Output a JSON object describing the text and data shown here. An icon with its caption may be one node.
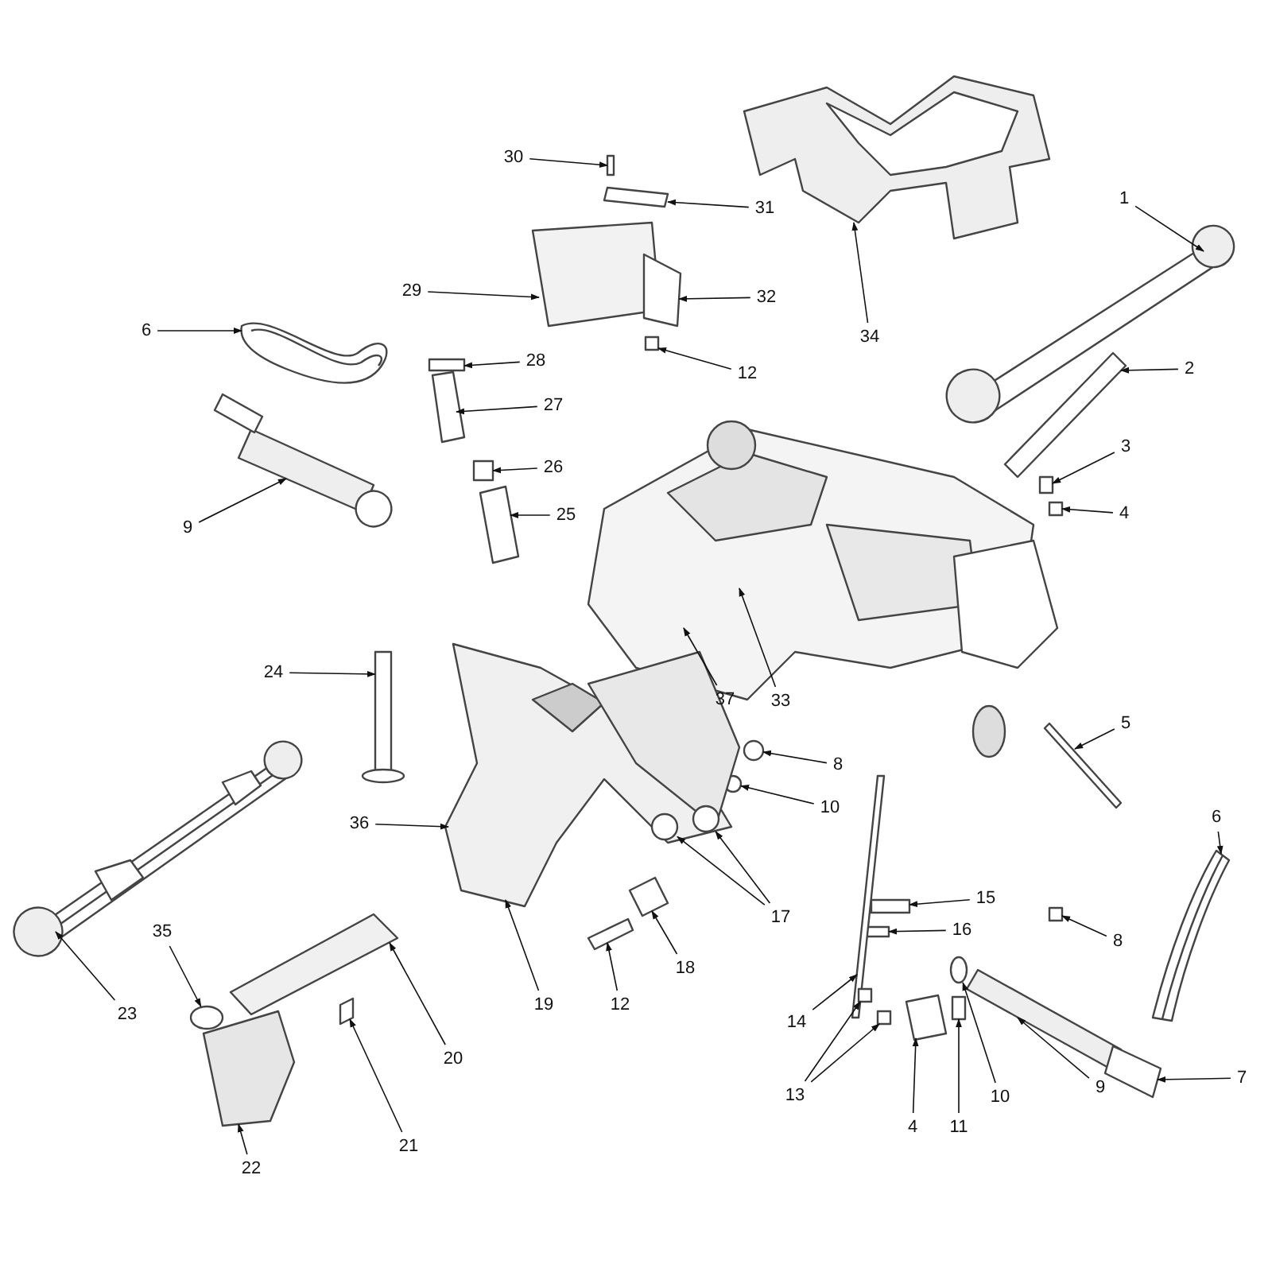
{
  "diagram": {
    "nodes": [
      {
        "text": [
          "30"
        ]
      },
      {
        "text": [
          "31"
        ]
      },
      {
        "text": [
          "1"
        ]
      },
      {
        "text": [
          "34"
        ]
      },
      {
        "text": [
          "6"
        ]
      },
      {
        "text": [
          "28"
        ]
      },
      {
        "text": [
          "29"
        ]
      },
      {
        "text": [
          "32"
        ]
      },
      {
        "text": [
          "12"
        ]
      },
      {
        "text": [
          "2"
        ]
      },
      {
        "text": [
          "27"
        ]
      },
      {
        "text": [
          "26"
        ]
      },
      {
        "text": [
          "3"
        ]
      },
      {
        "text": [
          "4"
        ]
      },
      {
        "text": [
          "9"
        ]
      },
      {
        "text": [
          "25"
        ]
      },
      {
        "text": [
          "24"
        ]
      },
      {
        "text": [
          "5"
        ]
      },
      {
        "text": [
          "37"
        ]
      },
      {
        "text": [
          "33"
        ]
      },
      {
        "text": [
          "8"
        ]
      },
      {
        "text": [
          "36"
        ]
      },
      {
        "text": [
          "10"
        ]
      },
      {
        "text": [
          "6"
        ]
      },
      {
        "text": [
          "15"
        ]
      },
      {
        "text": [
          "16"
        ]
      },
      {
        "text": [
          "17"
        ]
      },
      {
        "text": [
          "8"
        ]
      },
      {
        "text": [
          "35"
        ]
      },
      {
        "text": [
          "18"
        ]
      },
      {
        "text": [
          "12"
        ]
      },
      {
        "text": [
          "19"
        ]
      },
      {
        "text": [
          "20"
        ]
      },
      {
        "text": [
          "14"
        ]
      },
      {
        "text": [
          "13"
        ]
      },
      {
        "text": [
          "23"
        ]
      },
      {
        "text": [
          "9"
        ]
      },
      {
        "text": [
          "7"
        ]
      },
      {
        "text": [
          "21"
        ]
      },
      {
        "text": [
          "4"
        ]
      },
      {
        "text": [
          "11"
        ]
      },
      {
        "text": [
          "10"
        ]
      },
      {
        "text": [
          "22"
        ]
      },
      {
        "text": [],
        "shape": "circle"
      },
      {
        "text": [],
        "shape": "bar"
      },
      {
        "text": [],
        "shape": "circle"
      },
      {
        "text": [],
        "shape": "circle"
      },
      {
        "text": [],
        "shape": "bar"
      },
      {
        "text": [],
        "shape": "circle"
      },
      {
        "text": [],
        "shape": "box"
      },
      {
        "text": [],
        "shape": "box"
      },
      {
        "text": [],
        "shape": "box"
      },
      {
        "text": [],
        "shape": "picture"
      },
      {
        "text": [],
        "shape": "picture"
      },
      {
        "text": [],
        "shape": "picture"
      },
      {
        "text": [],
        "shape": "box"
      },
      {
        "text": [],
        "shape": "box"
      },
      {
        "text": [],
        "shape": "box"
      },
      {
        "text": [],
        "shape": "box"
      },
      {
        "text": [],
        "shape": "box"
      },
      {
        "text": [],
        "shape": "box"
      },
      {
        "text": [],
        "shape": "box"
      },
      {
        "text": [],
        "shape": "box"
      },
      {
        "text": [],
        "shape": "box"
      },
      {
        "text": [],
        "shape": "picture"
      },
      {
        "text": [],
        "shape": "box"
      },
      {
        "text": [],
        "shape": "picture"
      },
      {
        "text": [],
        "shape": "box"
      },
      {
        "text": [],
        "shape": "picture"
      },
      {
        "text": [],
        "shape": "picture"
      },
      {
        "text": [],
        "shape": "picture"
      },
      {
        "text": [],
        "shape": "circle",
        "in": 69
      },
      {
        "text": [],
        "shape": "circle",
        "in": 69
      },
      {
        "text": [],
        "shape": "box"
      },
      {
        "text": [],
        "shape": "box"
      },
      {
        "text": [],
        "shape": "box"
      },
      {
        "text": [],
        "shape": "box"
      },
      {
        "text": [],
        "shape": "box"
      },
      {
        "text": [],
        "shape": "box"
      },
      {
        "text": [],
        "shape": "box"
      },
      {
        "text": [],
        "shape": "picture"
      },
      {
        "text": [],
        "shape": "box"
      },
      {
        "text": [],
        "shape": "box"
      },
      {
        "text": [],
        "shape": "box"
      },
      {
        "text": [],
        "shape": "box"
      },
      {
        "text": [],
        "shape": "box"
      }
    ],
    "edges": [
      {
        "from": 0,
        "to": 50,
        "arrow": "to"
      },
      {
        "from": 1,
        "to": 51,
        "arrow": "to"
      },
      {
        "from": 2,
        "to": 52,
        "arrow": "to"
      },
      {
        "from": 3,
        "to": 53,
        "arrow": "to"
      },
      {
        "from": 4,
        "to": 54,
        "arrow": "to"
      },
      {
        "from": 5,
        "to": 55,
        "arrow": "to"
      },
      {
        "from": 6,
        "to": 57,
        "arrow": "to"
      },
      {
        "from": 7,
        "to": 58,
        "arrow": "to"
      },
      {
        "from": 8,
        "to": 59,
        "arrow": "to"
      },
      {
        "from": 9,
        "to": 60,
        "arrow": "to"
      },
      {
        "from": 10,
        "to": 56,
        "arrow": "to"
      },
      {
        "from": 11,
        "to": 61,
        "arrow": "to"
      },
      {
        "from": 12,
        "to": 62,
        "arrow": "to"
      },
      {
        "from": 13,
        "to": 63,
        "arrow": "to"
      },
      {
        "from": 14,
        "to": 64,
        "arrow": "to"
      },
      {
        "from": 15,
        "to": 65,
        "arrow": "to"
      },
      {
        "from": 16,
        "to": 66,
        "arrow": "to"
      },
      {
        "from": 17,
        "to": 67,
        "arrow": "to"
      },
      {
        "from": 18,
        "to": 68,
        "arrow": "to"
      },
      {
        "from": 19,
        "to": 68,
        "arrow": "to"
      },
      {
        "from": 20,
        "to": 43,
        "arrow": "to"
      },
      {
        "from": 21,
        "to": 69,
        "arrow": "to"
      },
      {
        "from": 22,
        "to": 48,
        "arrow": "to"
      },
      {
        "from": 23,
        "to": 70,
        "arrow": "to"
      },
      {
        "from": 24,
        "to": 44,
        "arrow": "to"
      },
      {
        "from": 25,
        "to": 47,
        "arrow": "to"
      },
      {
        "from": 26,
        "to": 71,
        "arrow": "to"
      },
      {
        "from": 26,
        "to": 72,
        "arrow": "to"
      },
      {
        "from": 27,
        "to": 73,
        "arrow": "to"
      },
      {
        "from": 28,
        "to": 45,
        "arrow": "to"
      },
      {
        "from": 29,
        "to": 74,
        "arrow": "to"
      },
      {
        "from": 30,
        "to": 75,
        "arrow": "to"
      },
      {
        "from": 31,
        "to": 69,
        "arrow": "to"
      },
      {
        "from": 32,
        "to": 76,
        "arrow": "to"
      },
      {
        "from": 33,
        "to": 77,
        "arrow": "to"
      },
      {
        "from": 34,
        "to": 78,
        "arrow": "to"
      },
      {
        "from": 34,
        "to": 79,
        "arrow": "to"
      },
      {
        "from": 35,
        "to": 80,
        "arrow": "to"
      },
      {
        "from": 36,
        "to": 81,
        "arrow": "to"
      },
      {
        "from": 37,
        "to": 82,
        "arrow": "to"
      },
      {
        "from": 38,
        "to": 83,
        "arrow": "to"
      },
      {
        "from": 39,
        "to": 84,
        "arrow": "to"
      },
      {
        "from": 40,
        "to": 49,
        "arrow": "to"
      },
      {
        "from": 41,
        "to": 46,
        "arrow": "to"
      },
      {
        "from": 42,
        "to": 85,
        "arrow": "to"
      }
    ]
  }
}
